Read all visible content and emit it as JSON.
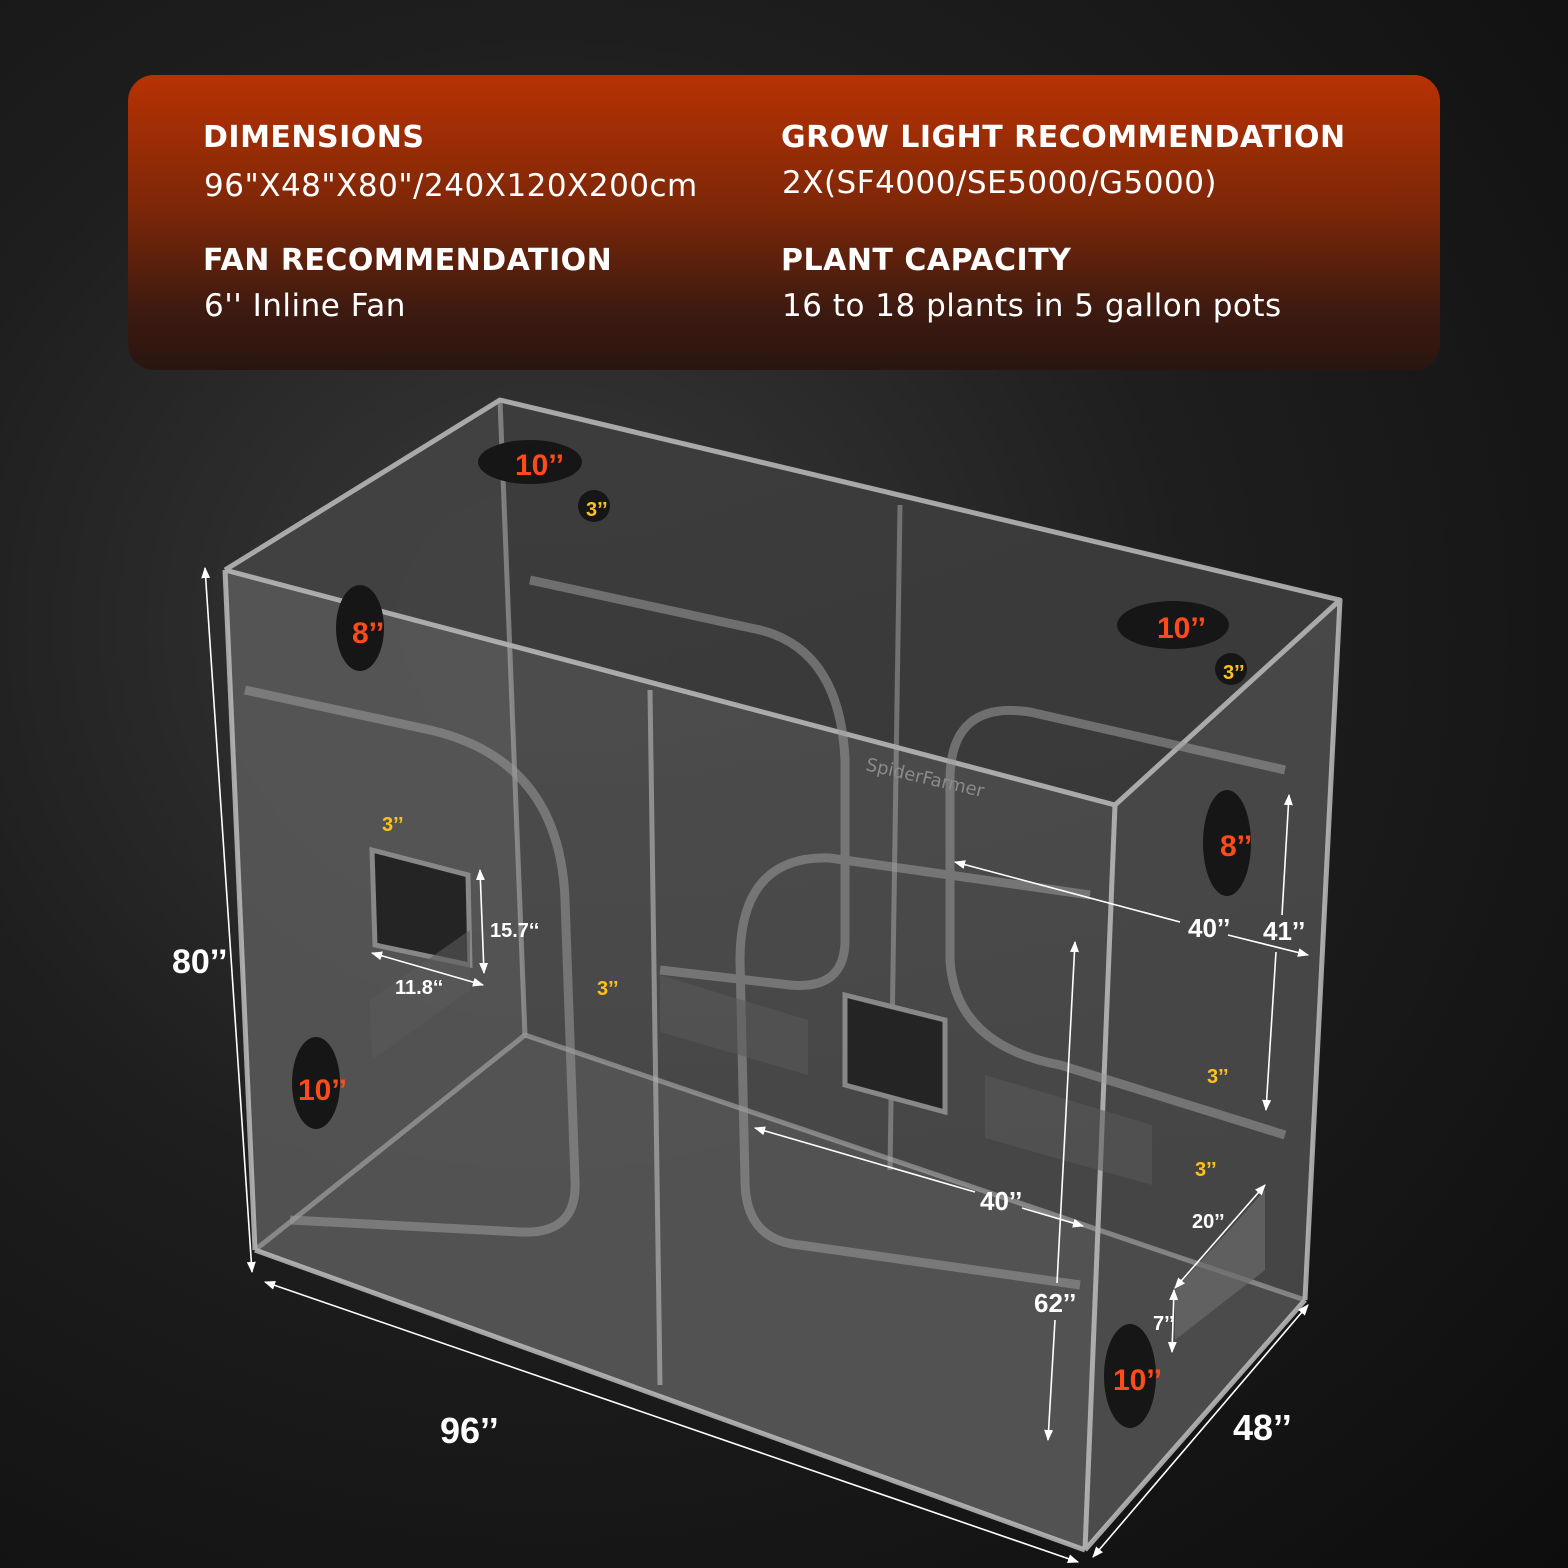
{
  "specs": {
    "dimensions": {
      "title": "DIMENSIONS",
      "value": "96\"X48\"X80\"/240X120X200cm"
    },
    "grow_light": {
      "title": "GROW LIGHT RECOMMENDATION",
      "value": "2X(SF4000/SE5000/G5000)"
    },
    "fan": {
      "title": "FAN RECOMMENDATION",
      "value": "6'' Inline Fan"
    },
    "plant_capacity": {
      "title": "PLANT CAPACITY",
      "value": "16 to 18 plants in 5 gallon pots"
    }
  },
  "tent": {
    "brand": "SpiderFarmer",
    "measurements": {
      "height": "80’’",
      "length": "96’’",
      "depth": "48’’",
      "door_width_upper": "40’’",
      "door_width_lower": "40’’",
      "side_door_height": "41’’",
      "front_door_height": "62’’",
      "window_height": "15.7‘‘",
      "window_width": "11.8‘‘",
      "side_window_height": "20’’",
      "side_window_offset": "7’’"
    },
    "ports": {
      "top_left_large": "10’’",
      "top_left_small": "3’’",
      "top_right_large": "10’’",
      "top_right_small": "3’’",
      "left_upper": "8’’",
      "left_lower": "10’’",
      "left_small": "3’’",
      "back_small": "3’’",
      "right_upper": "8’’",
      "right_small_a": "3’’",
      "right_small_b": "3’’",
      "right_lower": "10’’"
    },
    "colors": {
      "large_port_label": "#ff4a1a",
      "small_port_label": "#ffc21a",
      "dimension_label": "#ffffff"
    }
  }
}
